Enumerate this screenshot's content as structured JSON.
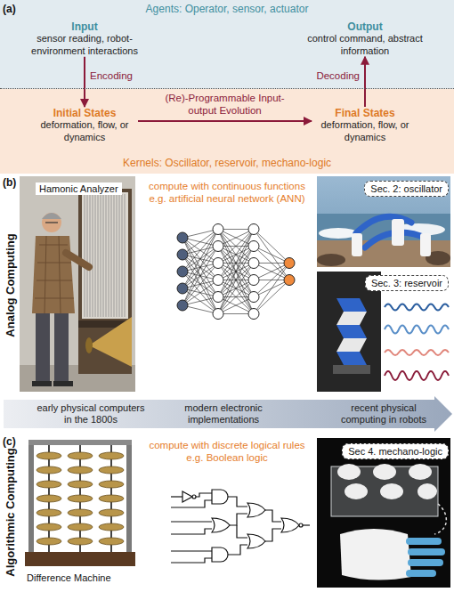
{
  "diagram": {
    "nodes": [
      {
        "text": [
          "Agents: Operator, sensor, actuator"
        ]
      },
      {
        "text": [
          "Input",
          "sensor reading, robot-environment interactions"
        ],
        "in": 0
      },
      {
        "text": [
          "Output",
          "control command, abstract information"
        ],
        "in": 0
      },
      {
        "text": [
          "Kernels: Oscillator, reservoir, mechano-logic"
        ]
      },
      {
        "text": [
          "Initial States",
          "deformation, flow, or dynamics"
        ],
        "in": 3
      },
      {
        "text": [
          "Final States",
          "deformation, flow, or dynamics"
        ],
        "in": 3
      },
      {
        "text": [
          "Hamonic Analyzer"
        ]
      },
      {
        "text": [
          "Sec. 2: oscillator"
        ]
      },
      {
        "text": [
          "Sec. 3: reservoir"
        ]
      },
      {
        "text": [
          "early physical computers in the 1800s",
          "modern electronic implementations",
          "recent physical computing in robots"
        ]
      },
      {
        "text": [
          "Sec 4. mechano-logic"
        ]
      }
    ],
    "edges": [
      {
        "from": 1,
        "to": 4,
        "label": "Encoding",
        "arrow": "to"
      },
      {
        "from": 4,
        "to": 5,
        "label": "(Re)-Programmable Input-output Evolution",
        "arrow": "to"
      },
      {
        "from": 5,
        "to": 2,
        "label": "Decoding",
        "arrow": "to"
      }
    ],
    "labels": [
      "(a)",
      "(b)",
      "Analog Computing",
      "compute with continuous functions e.g. artificial neural network (ANN)",
      "(c)",
      "Algorithmic Computing",
      "Difference Machine",
      "compute with discrete logical rules e.g. Boolean logic"
    ]
  }
}
